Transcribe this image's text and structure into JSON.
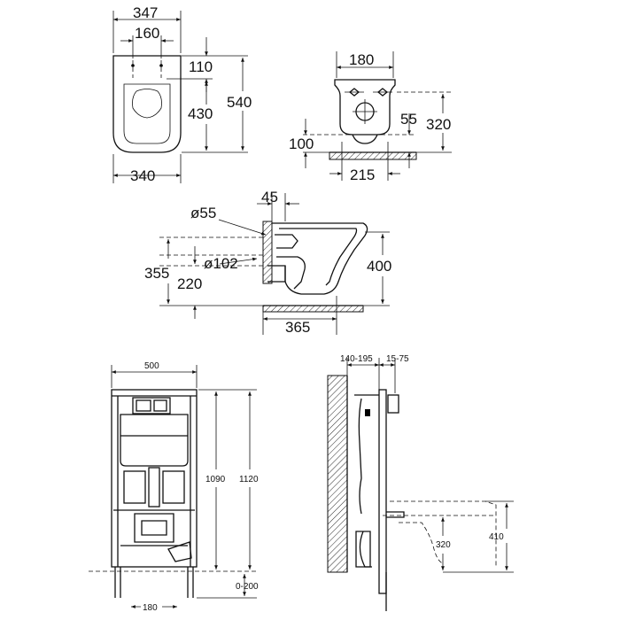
{
  "views": {
    "top": {
      "width_outer": "347",
      "bolt_spacing": "160",
      "bolt_offset": "110",
      "inner_depth": "430",
      "total_depth": "540",
      "width_bottom": "340"
    },
    "front": {
      "width_top": "180",
      "height": "320",
      "drain_height": "55",
      "floor_offset": "100",
      "base_width": "215"
    },
    "side": {
      "wall_gap": "45",
      "inlet_diameter": "ø55",
      "outlet_diameter": "ø102",
      "outlet_height": "355",
      "inlet_height": "220",
      "bowl_height": "400",
      "projection": "365"
    },
    "frame_front": {
      "frame_width": "500",
      "height_inner": "1090",
      "height_total": "1120",
      "leg_adjust": "0-200",
      "leg_spacing": "180"
    },
    "frame_side": {
      "depth_range": "140-195",
      "wall_range": "15-75",
      "pan_height": "320",
      "top_height": "410"
    }
  }
}
